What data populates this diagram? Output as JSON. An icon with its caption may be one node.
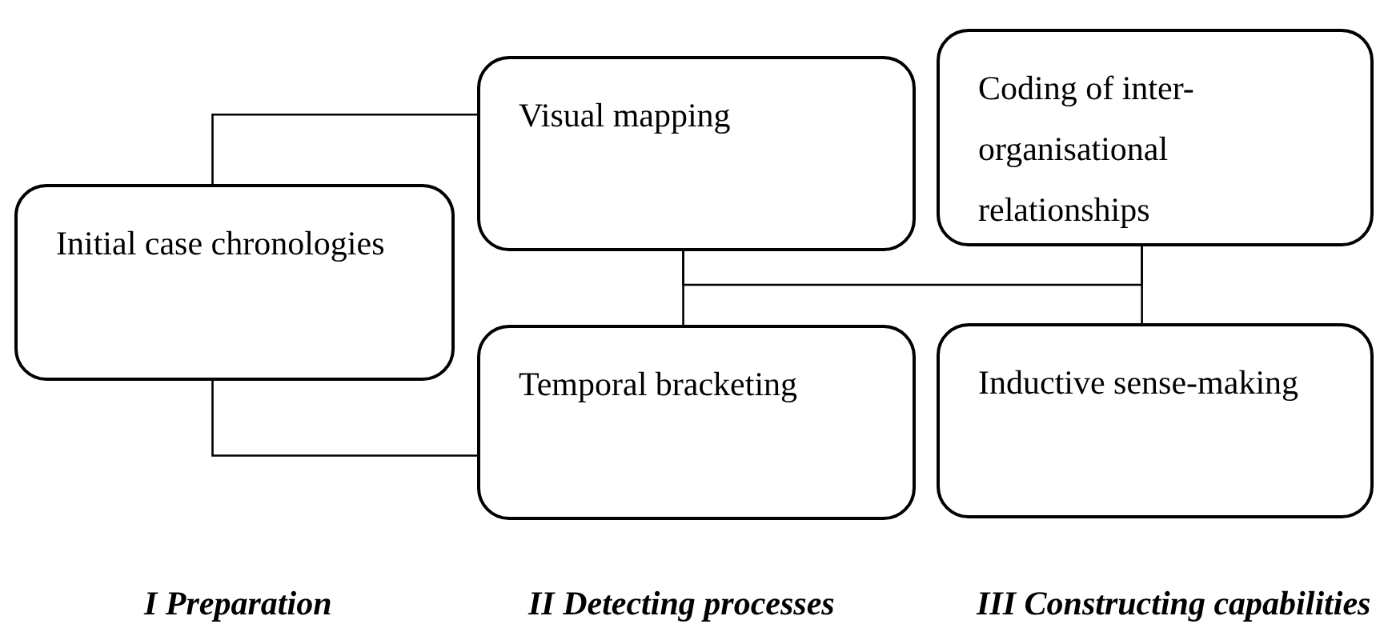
{
  "diagram": {
    "nodes": [
      {
        "text": [
          "Initial case chronologies"
        ]
      },
      {
        "text": [
          "Visual mapping"
        ]
      },
      {
        "text": [
          "Temporal bracketing"
        ]
      },
      {
        "text": [
          "Coding of inter-organisational relationships"
        ]
      },
      {
        "text": [
          "Inductive sense-making"
        ]
      }
    ],
    "edges": [
      {
        "from": 0,
        "to": 1,
        "arrow": "none"
      },
      {
        "from": 0,
        "to": 2,
        "arrow": "none"
      },
      {
        "from": 1,
        "to": 2,
        "arrow": "none"
      },
      {
        "from": 3,
        "to": 4,
        "arrow": "none"
      },
      {
        "from": 1,
        "to": 3,
        "arrow": "none"
      }
    ],
    "labels": [
      "I Preparation",
      "II Detecting processes",
      "III Constructing capabilities"
    ]
  }
}
